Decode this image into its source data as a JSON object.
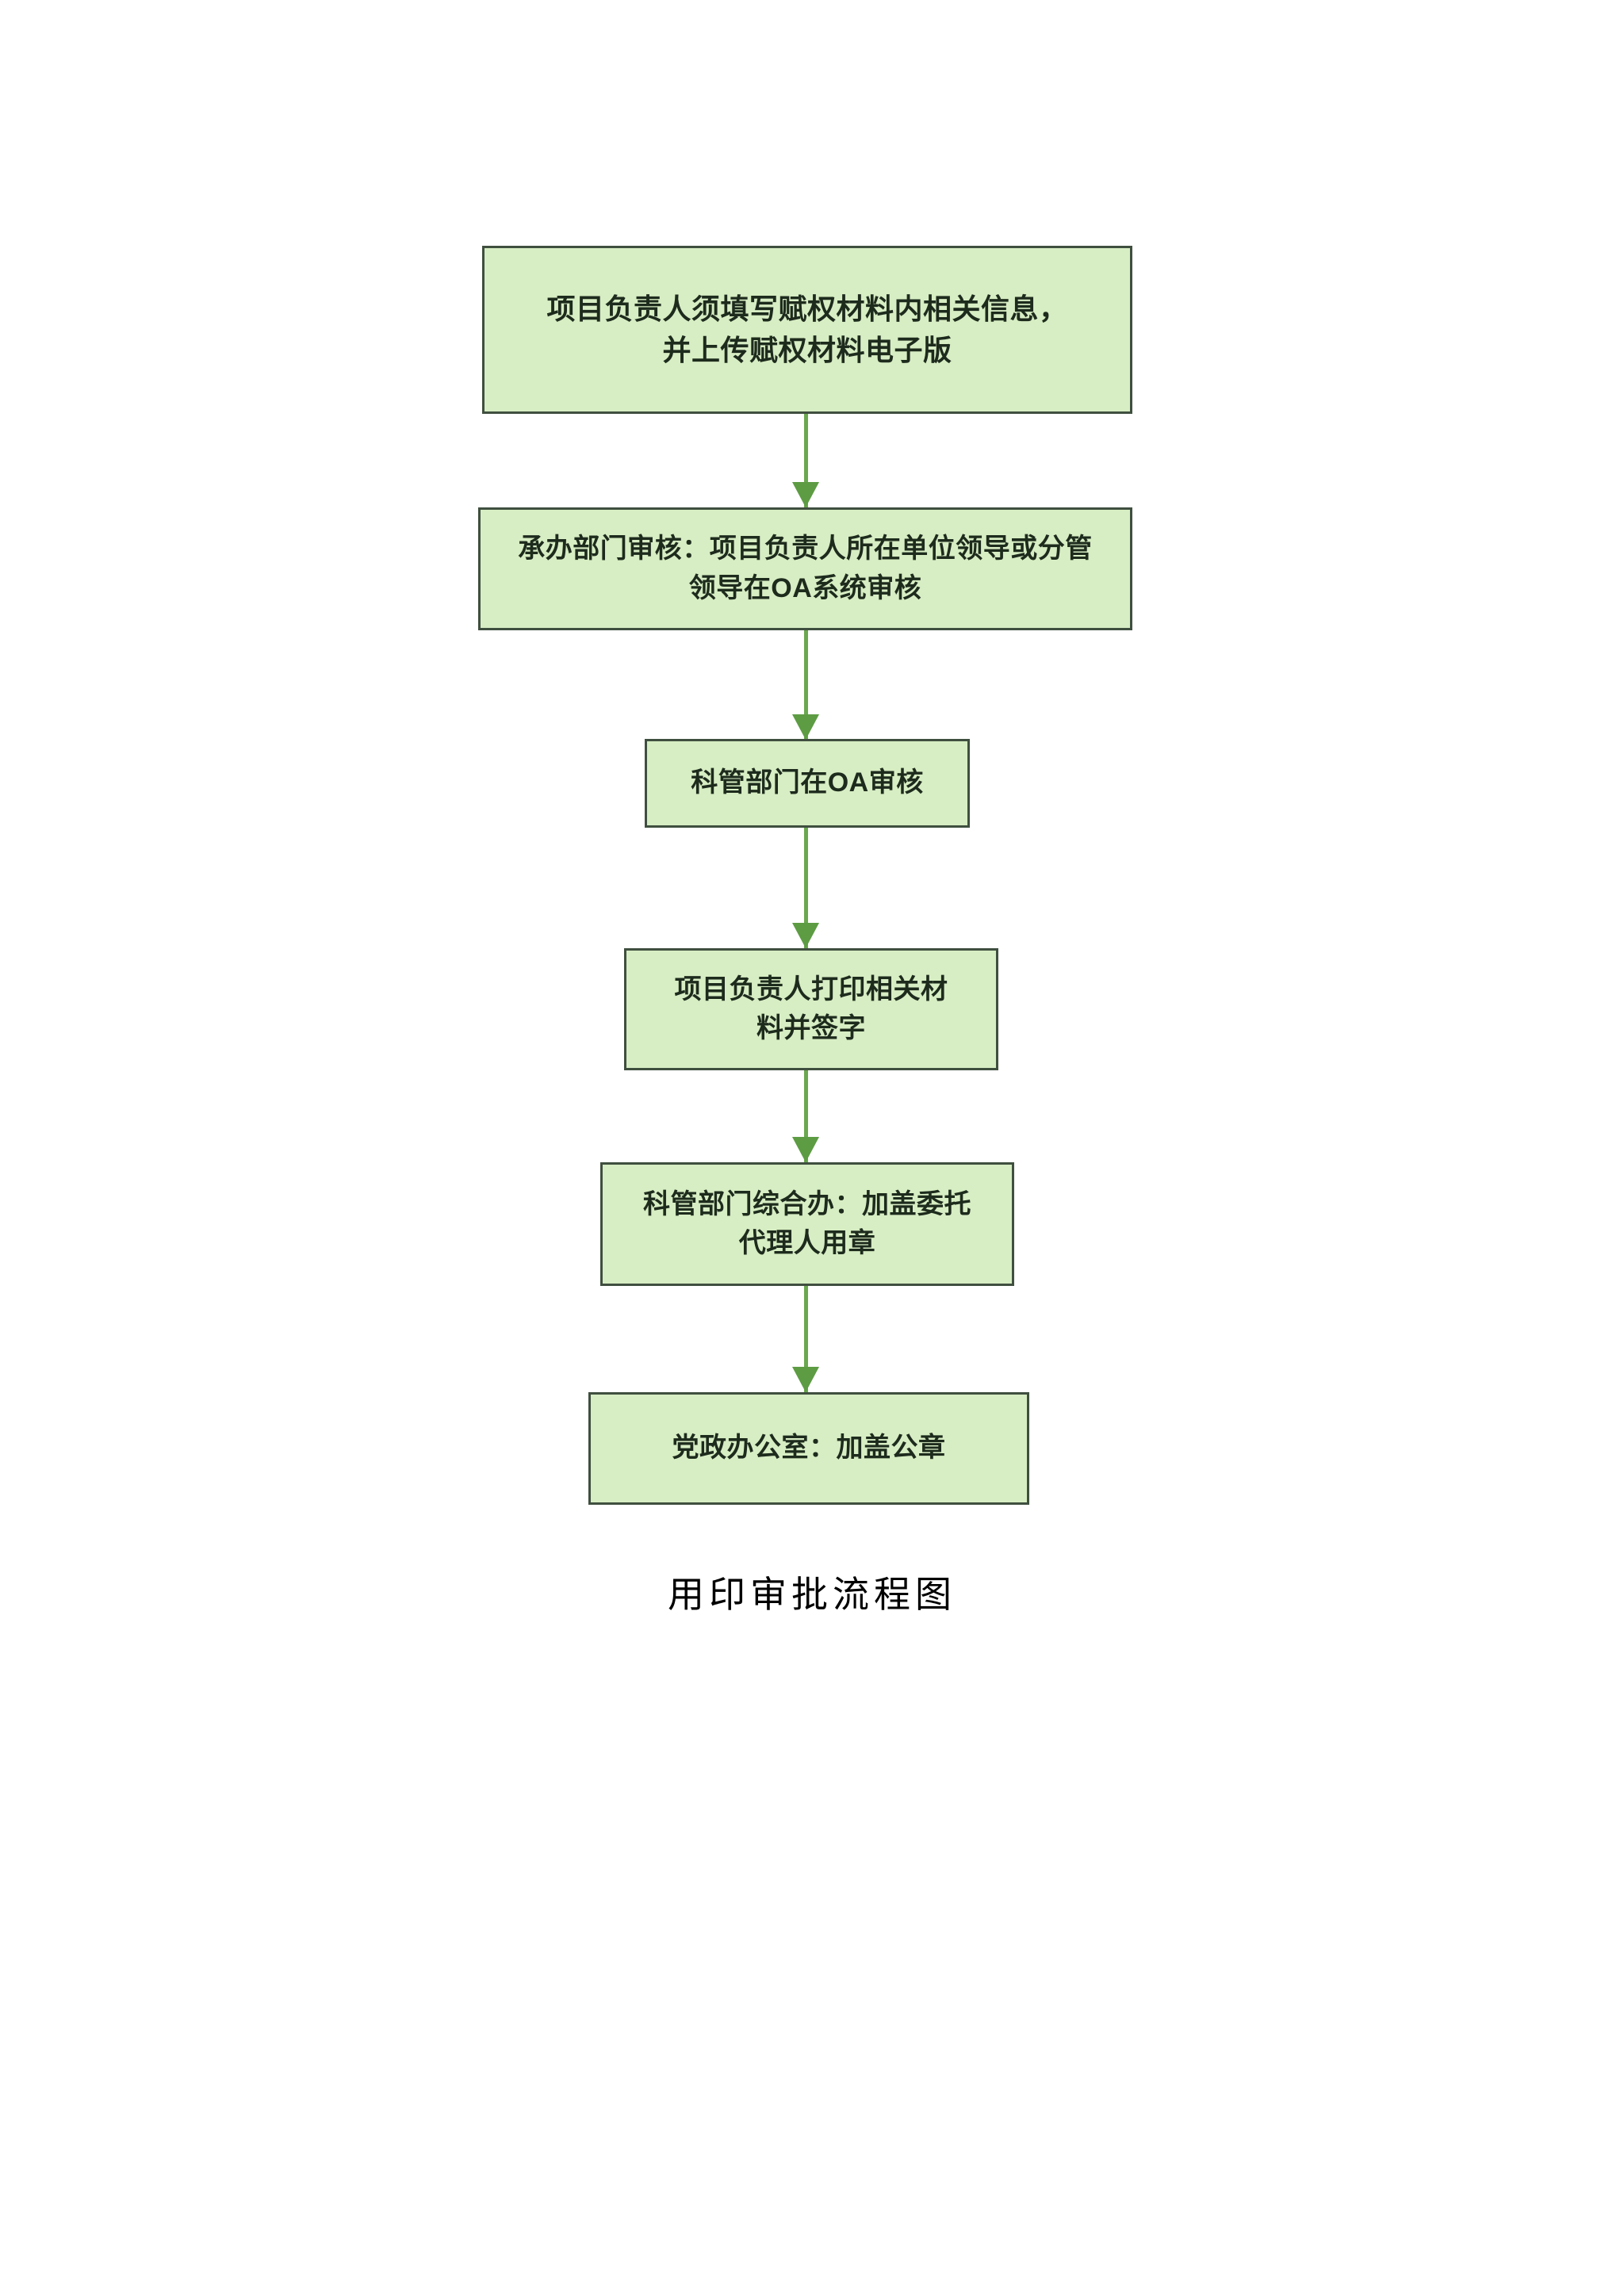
{
  "document": {
    "caption": "用印审批流程图",
    "background_color": "#ffffff"
  },
  "theme": {
    "node_fill": "#d7edc3",
    "node_border": "#3f4f3f",
    "node_text_color": "#1d2b1d",
    "connector_color": "#6aa84f",
    "arrowhead_color": "#5d9c43",
    "caption_color": "#000000"
  },
  "chart_data": {
    "type": "flowchart",
    "title": "用印审批流程图",
    "orientation": "top-to-bottom",
    "nodes": [
      {
        "id": "step-1",
        "label": "项目负责人须填写赋权材料内相关信息，\n并上传赋权材料电子版",
        "shape": "rectangle"
      },
      {
        "id": "step-2",
        "label": "承办部门审核：项目负责人所在单位领导或分管\n领导在OA系统审核",
        "shape": "rectangle"
      },
      {
        "id": "step-3",
        "label": "科管部门在OA审核",
        "shape": "rectangle"
      },
      {
        "id": "step-4",
        "label": "项目负责人打印相关材\n料并签字",
        "shape": "rectangle"
      },
      {
        "id": "step-5",
        "label": "科管部门综合办：加盖委托\n代理人用章",
        "shape": "rectangle"
      },
      {
        "id": "step-6",
        "label": "党政办公室：加盖公章",
        "shape": "rectangle"
      }
    ],
    "edges": [
      {
        "from": "step-1",
        "to": "step-2",
        "label": "",
        "arrow": "down"
      },
      {
        "from": "step-2",
        "to": "step-3",
        "label": "",
        "arrow": "down"
      },
      {
        "from": "step-3",
        "to": "step-4",
        "label": "",
        "arrow": "down"
      },
      {
        "from": "step-4",
        "to": "step-5",
        "label": "",
        "arrow": "down"
      },
      {
        "from": "step-5",
        "to": "step-6",
        "label": "",
        "arrow": "down"
      }
    ]
  }
}
